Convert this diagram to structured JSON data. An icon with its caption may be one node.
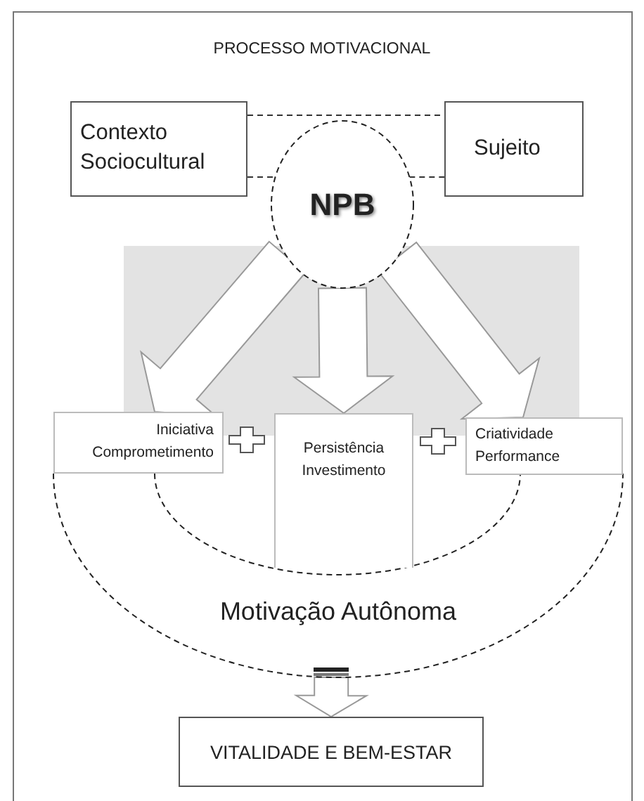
{
  "diagram": {
    "title": "PROCESSO MOTIVACIONAL",
    "nodes": [
      {
        "text": [
          "Contexto Sociocultural"
        ]
      },
      {
        "text": [
          "Sujeito"
        ]
      },
      {
        "text": [
          "NPB"
        ]
      },
      {
        "text": [
          "Iniciativa Comprometimento"
        ]
      },
      {
        "text": [
          "Persistência Investimento"
        ]
      },
      {
        "text": [
          "Criatividade Performance"
        ]
      },
      {
        "text": [
          "Motivação Autônoma"
        ]
      },
      {
        "text": [
          "VITALIDADE E BEM-ESTAR"
        ]
      }
    ],
    "edges": [
      {
        "from": 0,
        "to": 1,
        "arrow": "none",
        "style": "dashed"
      },
      {
        "from": 0,
        "to": 2,
        "arrow": "none",
        "style": "dashed"
      },
      {
        "from": 2,
        "to": 1,
        "arrow": "none",
        "style": "dashed"
      },
      {
        "from": 2,
        "to": 3,
        "arrow": "to",
        "style": "thick"
      },
      {
        "from": 2,
        "to": 4,
        "arrow": "to",
        "style": "thick"
      },
      {
        "from": 2,
        "to": 5,
        "arrow": "to",
        "style": "thick"
      },
      {
        "from": 6,
        "to": 7,
        "arrow": "to",
        "style": "thick"
      }
    ]
  }
}
